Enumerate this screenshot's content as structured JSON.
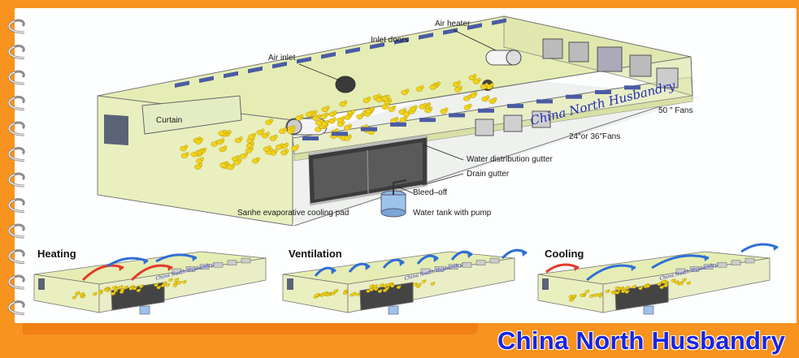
{
  "diagram": {
    "labels": {
      "air_heater": "Air heater",
      "inlet_doors": "Inlet doors",
      "air_inlet": "Air inlet",
      "curtain": "Curtain",
      "fans_50": "50 ″ Fans",
      "fans_24_36": "24″or  36″Fans",
      "water_distribution_gutter": "Water distribution gutter",
      "drain_gutter": "Drain gutter",
      "bleed_off": "Bleed–off",
      "cooling_pad": "Sanhe evaporative cooling pad",
      "water_tank": "Water tank with pump"
    },
    "watermark": "China North Husbandry",
    "modes": [
      {
        "title": "Heating"
      },
      {
        "title": "Ventilation"
      },
      {
        "title": "Cooling"
      }
    ]
  },
  "footer": {
    "brand": "China North Husbandry"
  },
  "colors": {
    "background": "#f7931e",
    "brand_text": "#1a25e0",
    "wall": "#e6edb4",
    "roof_panel": "#4a5ba6",
    "chick": "#f2d21c",
    "arrow_blue": "#2f6fd6",
    "arrow_red": "#e23a2a"
  }
}
